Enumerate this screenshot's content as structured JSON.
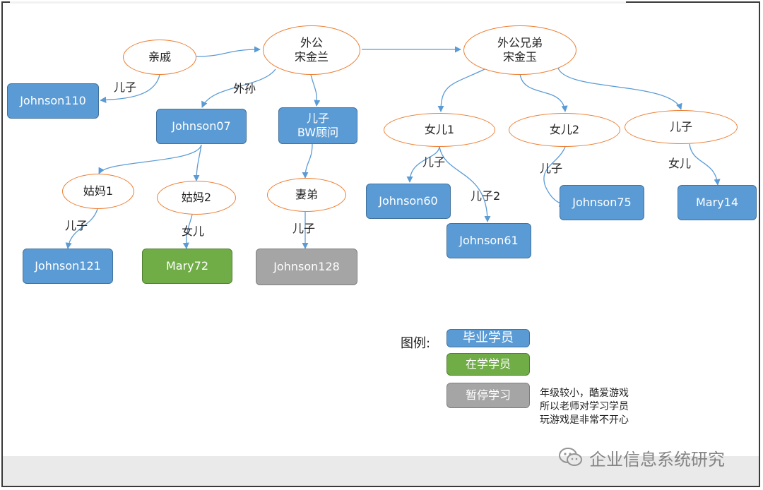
{
  "nodes": {
    "relatives": "亲戚",
    "grandpa": "外公\n宋金兰",
    "granduncle": "外公兄弟\n宋金玉",
    "j110": "Johnson110",
    "j07": "Johnson07",
    "son_bw": "儿子\nBW顾问",
    "daughter1": "女儿1",
    "daughter2": "女儿2",
    "son": "儿子",
    "aunt1": "姑妈1",
    "aunt2": "姑妈2",
    "brother_in_law": "妻弟",
    "j60": "Johnson60",
    "j75": "Johnson75",
    "mary14": "Mary14",
    "j61": "Johnson61",
    "j121": "Johnson121",
    "mary72": "Mary72",
    "j128": "Johnson128"
  },
  "edge_labels": {
    "relatives_to_j110": "儿子",
    "grandpa_to_j07": "外孙",
    "d1_to_j60": "儿子",
    "d1_to_j61": "儿子2",
    "d2_to_j75": "儿子",
    "son_to_mary14": "女儿",
    "aunt1_to_j121": "儿子",
    "aunt2_to_mary72": "女儿",
    "bil_to_j128": "儿子"
  },
  "legend": {
    "title": "图例:",
    "graduated": "毕业学员",
    "studying": "在学学员",
    "paused": "暂停学习",
    "note": "年级较小，酷爱游戏\n所以老师对学习学员\n玩游戏是非常不开心"
  },
  "watermark": "企业信息系统研究",
  "colors": {
    "graduated": "#5b9bd5",
    "studying": "#70ad47",
    "paused": "#a5a5a5",
    "ellipse_border": "#ed7d31",
    "edge": "#5b9bd5"
  }
}
